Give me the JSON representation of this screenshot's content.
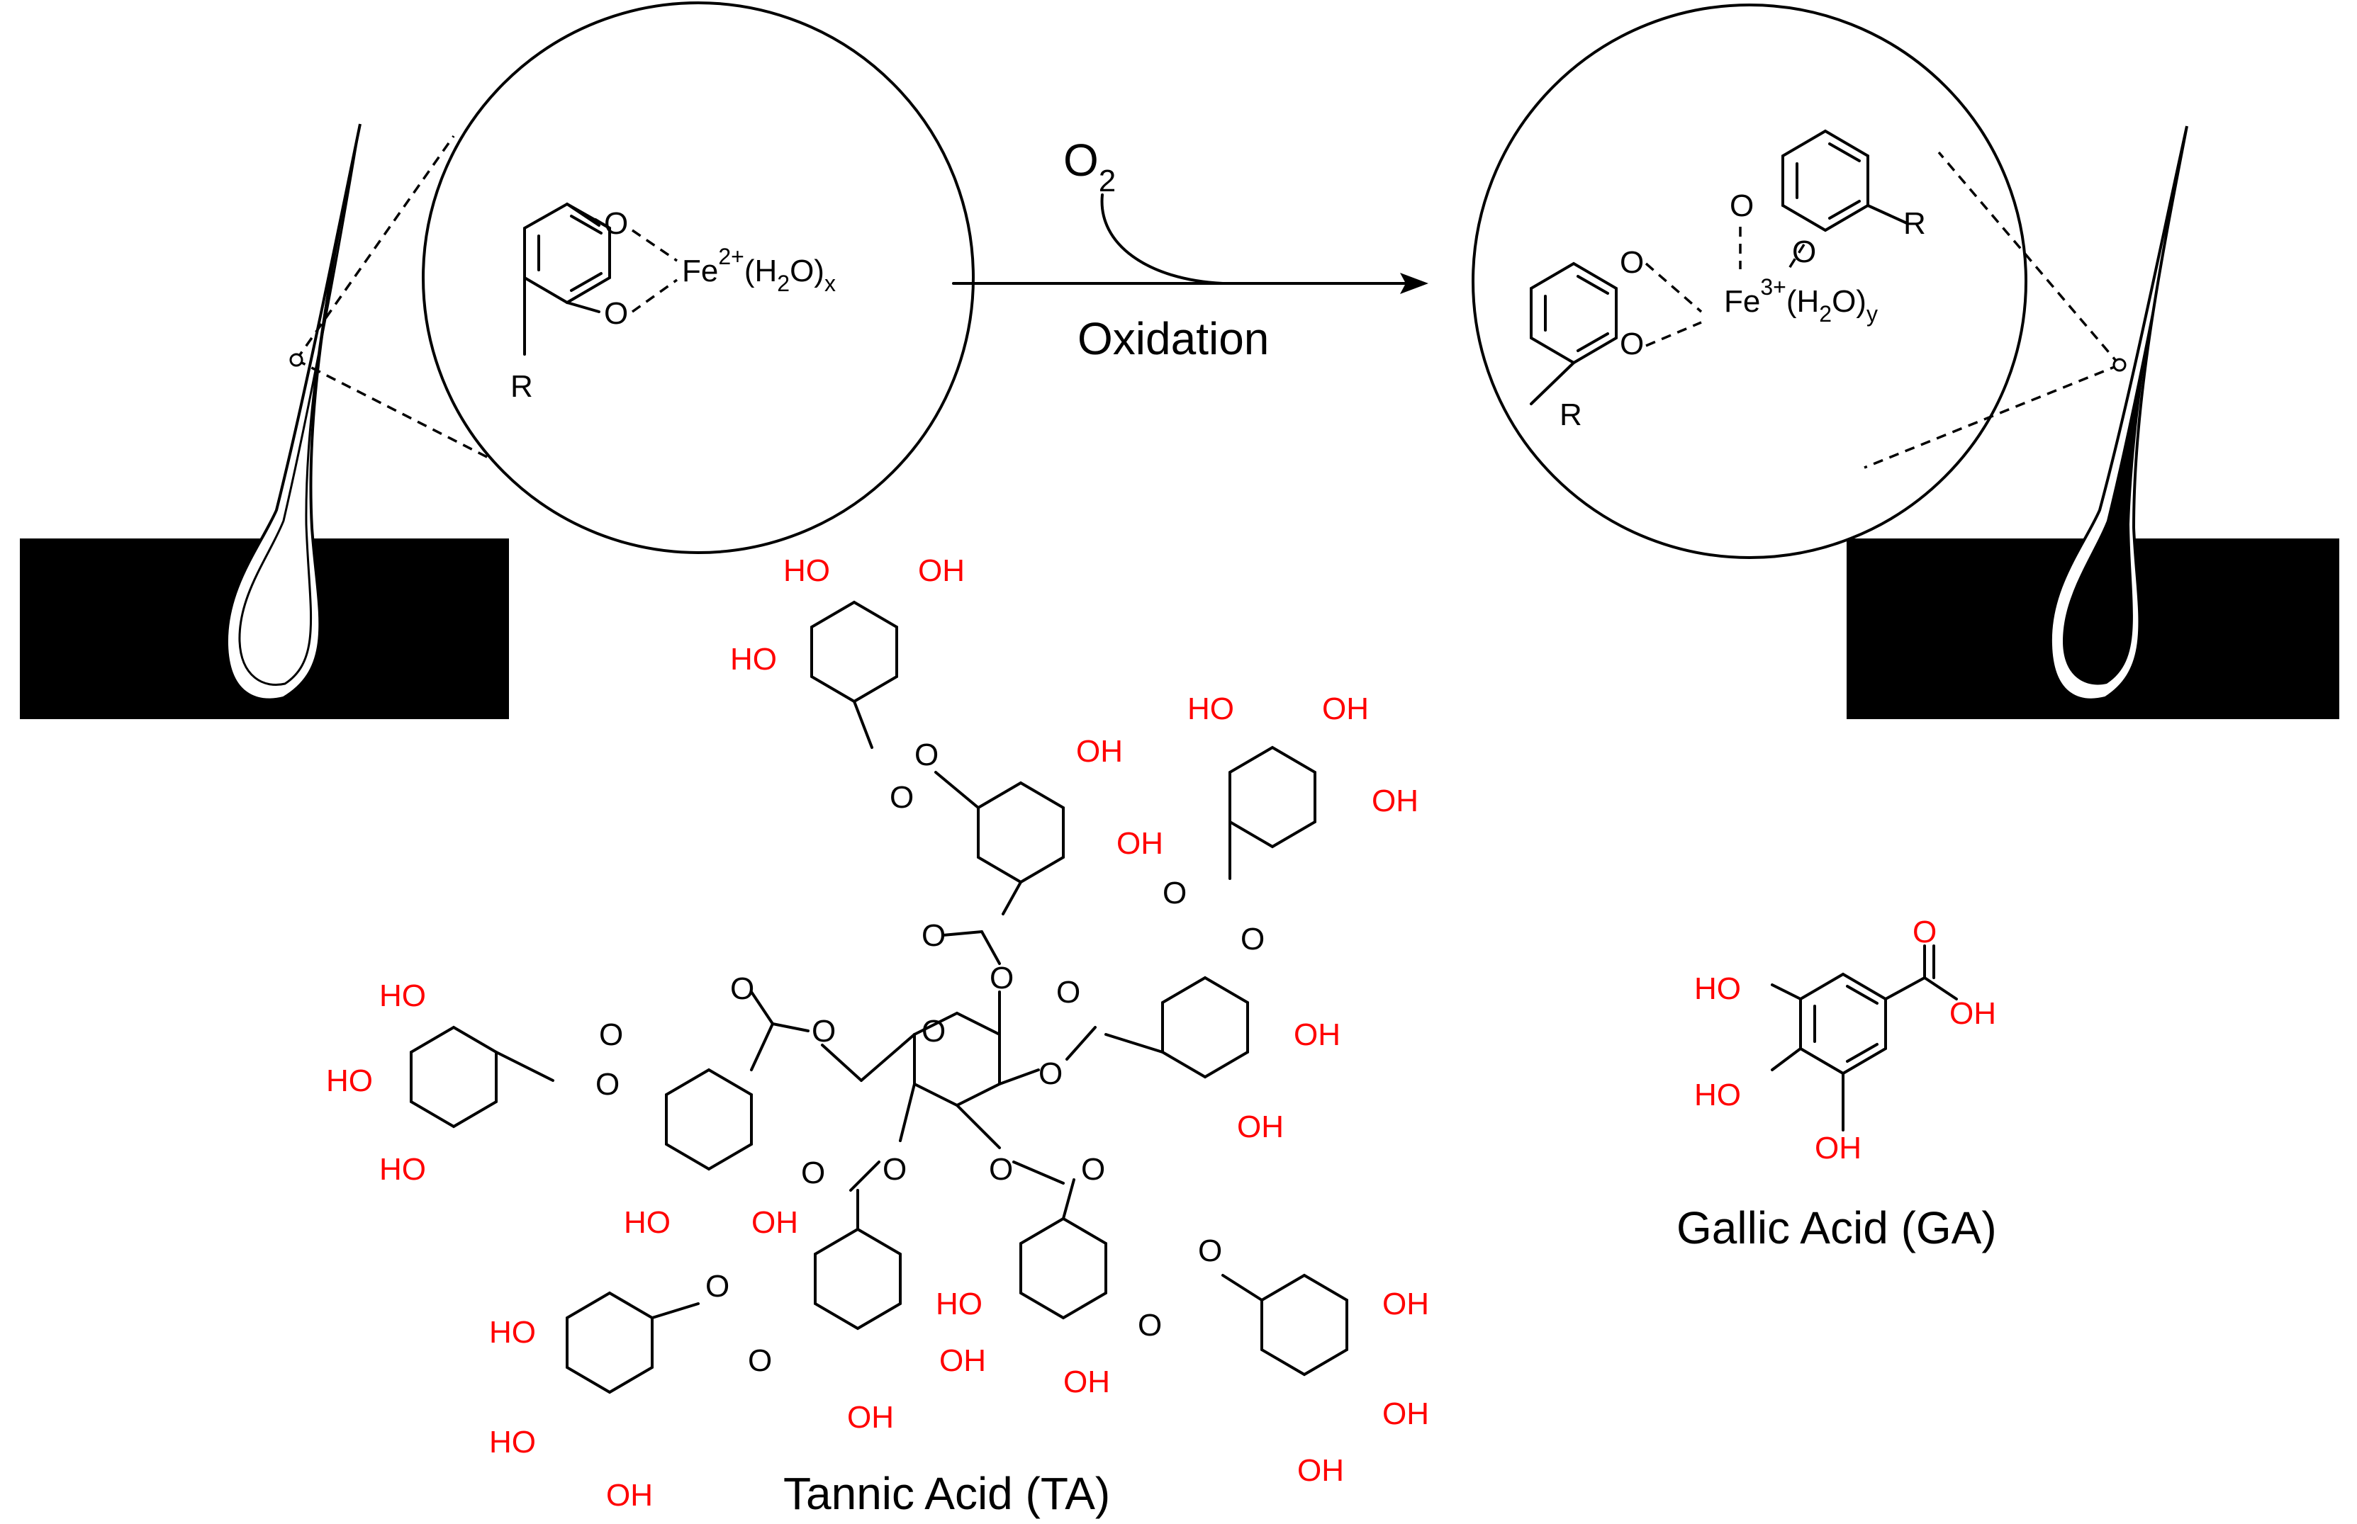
{
  "colors": {
    "hydroxyl": "#ff0000",
    "bond": "#000000",
    "background": "#ffffff"
  },
  "reaction": {
    "reagent": "O",
    "reagent_sub": "2",
    "arrow_label": "Oxidation"
  },
  "left_complex": {
    "oxygen": "O",
    "metal": "Fe",
    "charge": "2+",
    "ligand_open": "(H",
    "ligand_sub": "2",
    "ligand_close": "O)",
    "ligand_count": "x",
    "r_group": "R"
  },
  "right_complex": {
    "oxygen": "O",
    "metal": "Fe",
    "charge": "3+",
    "ligand_open": "(H",
    "ligand_sub": "2",
    "ligand_close": "O)",
    "ligand_count": "y",
    "r_group": "R"
  },
  "tannic_acid": {
    "caption": "Tannic Acid (TA)",
    "oh": "OH",
    "ho": "HO",
    "o": "O"
  },
  "gallic_acid": {
    "caption": "Gallic Acid (GA)",
    "oh": "OH",
    "ho": "HO",
    "o": "O"
  }
}
